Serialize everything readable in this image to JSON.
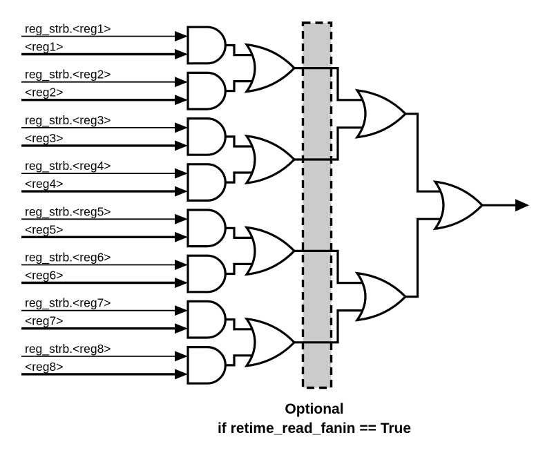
{
  "diagram": {
    "type": "logic-circuit",
    "inputs": [
      {
        "strobe_label": "reg_strb.<reg1>",
        "value_label": "<reg1>"
      },
      {
        "strobe_label": "reg_strb.<reg2>",
        "value_label": "<reg2>"
      },
      {
        "strobe_label": "reg_strb.<reg3>",
        "value_label": "<reg3>"
      },
      {
        "strobe_label": "reg_strb.<reg4>",
        "value_label": "<reg4>"
      },
      {
        "strobe_label": "reg_strb.<reg5>",
        "value_label": "<reg5>"
      },
      {
        "strobe_label": "reg_strb.<reg6>",
        "value_label": "<reg6>"
      },
      {
        "strobe_label": "reg_strb.<reg7>",
        "value_label": "<reg7>"
      },
      {
        "strobe_label": "reg_strb.<reg8>",
        "value_label": "<reg8>"
      }
    ],
    "stages": {
      "stage1_gate": "AND",
      "stage2_gate": "OR",
      "stage3_gate": "OR",
      "final_gate": "OR"
    },
    "optional_region": {
      "fill": "#cbcbcb",
      "border": "#000000",
      "style": "dashed"
    },
    "caption": {
      "line1": "Optional",
      "line2": "if retime_read_fanin == True"
    },
    "colors": {
      "stroke": "#000000",
      "background": "#ffffff",
      "text": "#000000"
    }
  }
}
